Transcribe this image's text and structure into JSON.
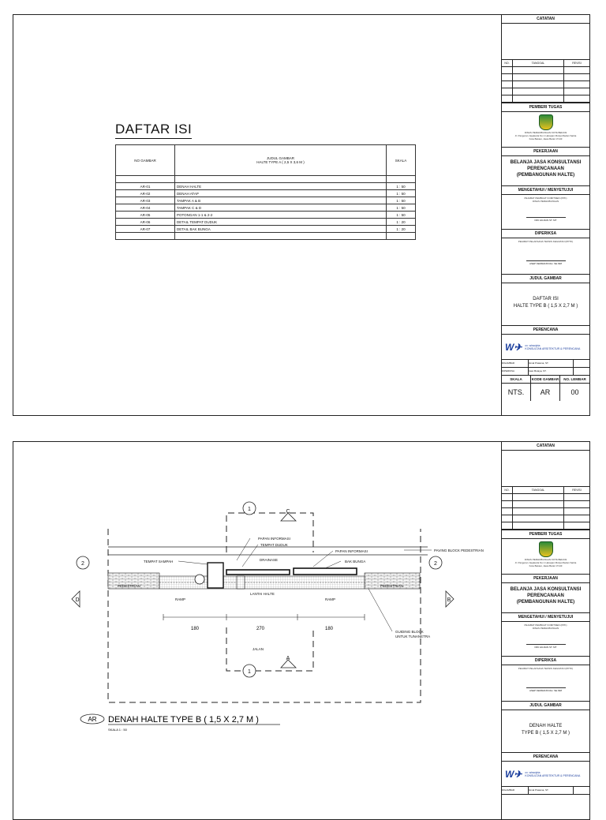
{
  "titleblock": {
    "catatan": "CATATAN",
    "rev_headers": [
      "NO.",
      "TANGGAL",
      "REVISI"
    ],
    "pemberi_tugas": "PEMBERI TUGAS",
    "agency_lines": [
      "DINAS PERHUBUNGAN KOTA BEKASI",
      "Jl. Pangeran Jayakarta No.1 Harapan Mulya Medan Satria",
      "Kota Bekasi, Jawa Barat 17143"
    ],
    "pekerjaan": "PEKERJAAN",
    "project": [
      "BELANJA JASA KONSULTANSI",
      "PERENCANAAN",
      "(PEMBANGUNAN HALTE)"
    ],
    "mengetahui": "MENGETAHUI / MENYETUJUI",
    "ppk_lines": [
      "PEJABAT PEMBUAT KOMITMEN (PPK)",
      "DINAS PERHUBUNGAN"
    ],
    "ppk_name": "DIKI HILDAN ST. MT",
    "diperiksa": "DIPERIKSA",
    "pptk": "PEJABAT PELAKSANA TEKNIS KEGIATAN (PPTK)",
    "pptk_name": "ASEP FERMANSYAH. SE.MM",
    "judul_gambar": "JUDUL GAMBAR",
    "perencana": "PERENCANA",
    "company": "cv. wiracipta",
    "company_sub": "KONSULTAN ARSITEKTUR & PERENCANA",
    "digambar_label": "DIGAMBAR",
    "digambar_name": "Ikmal Pratama, ST.",
    "diperiksa_label": "DIPERIKSA",
    "diperiksa_name": "Iwan Butaya, ST.",
    "skala_label": "SKALA",
    "kode_label": "KODE GAMBAR",
    "lembar_label": "NO. LEMBAR"
  },
  "sheet1": {
    "heading": "DAFTAR ISI",
    "col_no": "NO GAMBAR",
    "col_judul": "JUDUL GAMBAR",
    "col_judul_sub": "HALTE TYPE A ( 2,5 X 3,6 M )",
    "col_skala": "SKALA",
    "rows": [
      {
        "no": "AR-01",
        "judul": "DENAH HALTE",
        "skala": "1 : 50"
      },
      {
        "no": "AR-02",
        "judul": "DENAH ATAP",
        "skala": "1 : 50"
      },
      {
        "no": "AR-03",
        "judul": "TAMPAK A & B",
        "skala": "1 : 50"
      },
      {
        "no": "AR-04",
        "judul": "TAMPAK C & D",
        "skala": "1 : 50"
      },
      {
        "no": "AR-05",
        "judul": "POTONGAN 1-1 & 2-2",
        "skala": "1 : 50"
      },
      {
        "no": "AR-06",
        "judul": "DETAIL TEMPAT DUDUK",
        "skala": "1 : 20"
      },
      {
        "no": "AR-07",
        "judul": "DETAIL BAK BUNGA",
        "skala": "1 : 20"
      }
    ],
    "judul_lines": [
      "DAFTAR ISI",
      "HALTE TYPE B ( 1,5 X 2,7 M )"
    ],
    "skala": "NTS.",
    "kode": "AR",
    "lembar": "00"
  },
  "sheet2": {
    "title_prefix": "AR",
    "title": "DENAH HALTE TYPE B ( 1,5 X 2,7 M )",
    "scale": "SKALA 1 : 50",
    "judul_lines": [
      "DENAH HALTE",
      "TYPE B ( 1,5 X 2,7 M )"
    ],
    "labels": {
      "papan_informasi": "PAPAN INFORMASI",
      "tempat_duduk": "TEMPAT DUDUK",
      "papan_informasi2": "PAPAN INFORMASI",
      "paving": "PAVING BLOCK PEDESTRIAN",
      "tempat_sampah": "TEMPAT SAMPAH",
      "drainase": "DRAINASE",
      "bak_bunga": "BAK BUNGA",
      "pedestrian": "PEDESTRIAN",
      "ramp": "RAMP",
      "lantai_halte": "LANTAI HALTE",
      "guiding": "GUIDING BLOCK",
      "guiding2": "UNTUK TUNANETRA",
      "jalan": "JALAN"
    },
    "dims": [
      "180",
      "270",
      "180"
    ],
    "markers": {
      "one": "1",
      "two": "2",
      "a": "A",
      "b": "B",
      "c": "C",
      "d": "D"
    }
  }
}
